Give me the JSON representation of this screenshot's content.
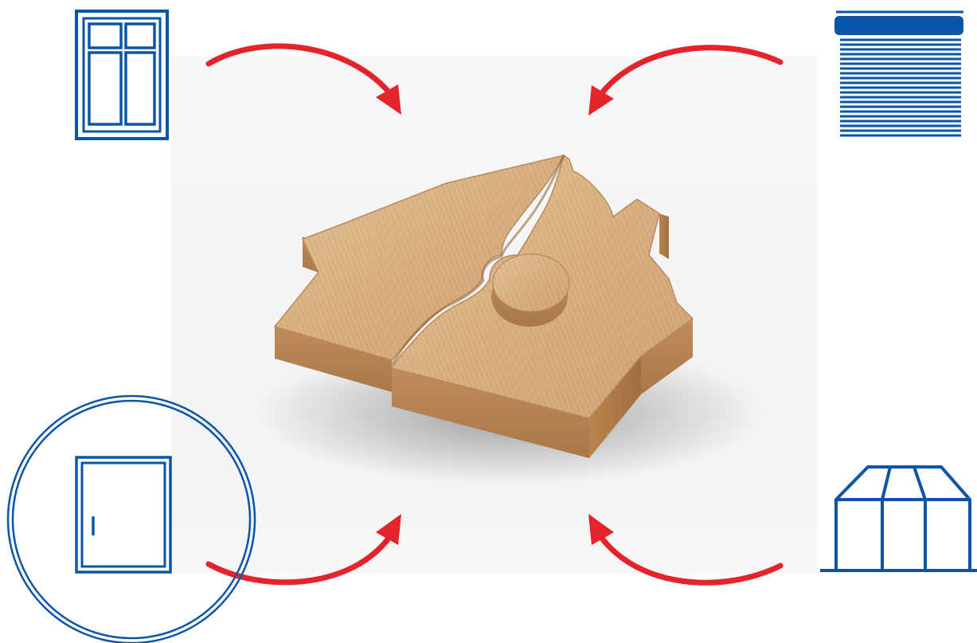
{
  "colors": {
    "icon_blue": "#0a55a8",
    "arrow_red": "#e4232b",
    "wood_light": "#dcb58a",
    "wood_mid": "#c99a68",
    "wood_dark": "#a87849",
    "wood_edge": "#b98858",
    "background": "#ffffff"
  },
  "icons": [
    {
      "name": "window-icon",
      "position": "top-left"
    },
    {
      "name": "roller-shutter-icon",
      "position": "top-right"
    },
    {
      "name": "door-icon",
      "position": "bottom-left",
      "highlighted": true
    },
    {
      "name": "conservatory-icon",
      "position": "bottom-right"
    }
  ],
  "center_image": {
    "name": "wooden-house-puzzle",
    "pieces": 2
  },
  "arrows": [
    {
      "from": "window-icon",
      "to": "wooden-house-puzzle"
    },
    {
      "from": "roller-shutter-icon",
      "to": "wooden-house-puzzle"
    },
    {
      "from": "door-icon",
      "to": "wooden-house-puzzle"
    },
    {
      "from": "conservatory-icon",
      "to": "wooden-house-puzzle"
    }
  ]
}
